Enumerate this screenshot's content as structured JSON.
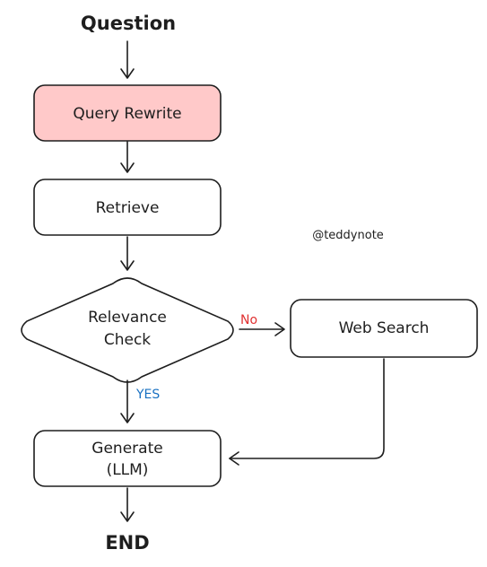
{
  "nodes": {
    "question": "Question",
    "query_rewrite": "Query Rewrite",
    "retrieve": "Retrieve",
    "relevance_check_line1": "Relevance",
    "relevance_check_line2": "Check",
    "web_search": "Web Search",
    "generate_line1": "Generate",
    "generate_line2": "(LLM)",
    "end": "END"
  },
  "edges": {
    "no_label": "No",
    "yes_label": "YES"
  },
  "watermark": "@teddynote",
  "colors": {
    "query_rewrite_fill": "#ffc9c9",
    "no_label": "#e03131",
    "yes_label": "#1971c2",
    "stroke": "#1e1e1e"
  }
}
